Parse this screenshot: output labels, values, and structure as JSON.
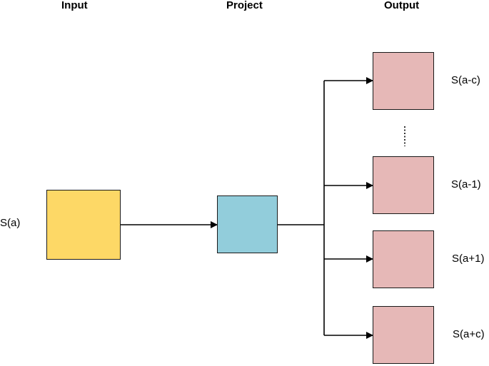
{
  "headings": {
    "input": "Input",
    "project": "Project",
    "output": "Output"
  },
  "input": {
    "label": "S(a)",
    "color": "#FDD866"
  },
  "project": {
    "color": "#92CDDB"
  },
  "outputs": {
    "color": "#E6B8B7",
    "items": [
      {
        "label": "S(a-c)"
      },
      {
        "label": "S(a-1)"
      },
      {
        "label": "S(a+1)"
      },
      {
        "label": "S(a+c)"
      }
    ],
    "ellipsis": "dotted-vertical-ellipsis"
  },
  "edges": [
    {
      "from": "input",
      "to": "project"
    },
    {
      "from": "project",
      "to": "S(a-c)"
    },
    {
      "from": "project",
      "to": "S(a-1)"
    },
    {
      "from": "project",
      "to": "S(a+1)"
    },
    {
      "from": "project",
      "to": "S(a+c)"
    }
  ]
}
